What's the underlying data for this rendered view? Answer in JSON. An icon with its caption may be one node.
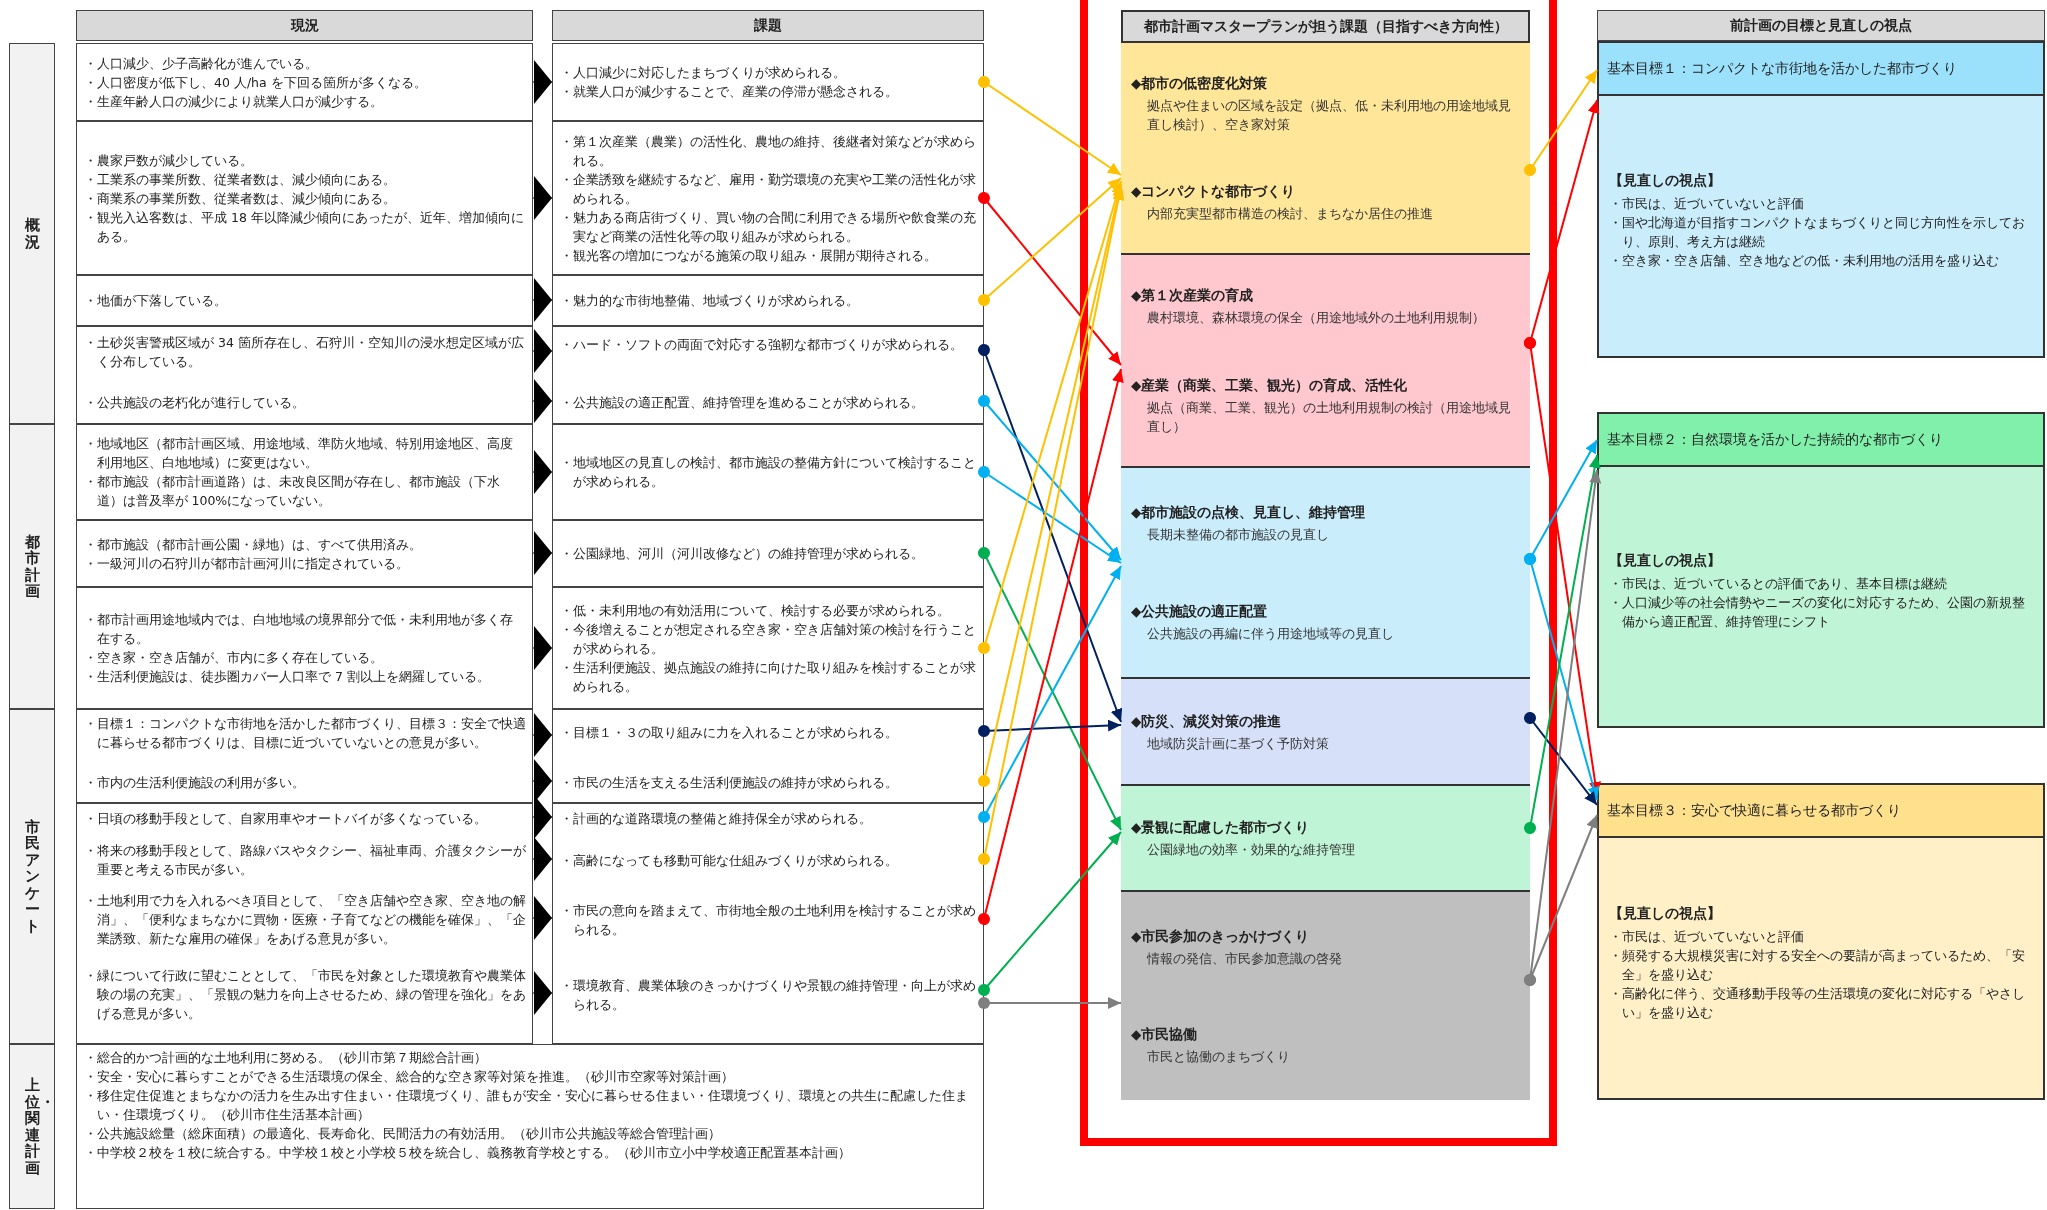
{
  "diagram": {
    "nodes": [
      {
        "text": [
          "現況"
        ]
      },
      {
        "text": [
          "課題"
        ]
      },
      {
        "text": [
          "概況"
        ]
      },
      {
        "text": [
          "・人口減少、少子高齢化が進んでいる。",
          "・人口密度が低下し、40 人/ha を下回る箇所が多くなる。",
          "・生産年齢人口の減少により就業人口が減少する。"
        ]
      },
      {
        "text": [
          "・人口減少に対応したまちづくりが求められる。",
          "・就業人口が減少することで、産業の停滞が懸念される。"
        ]
      },
      {
        "text": [
          "・農家戸数が減少している。",
          "・工業系の事業所数、従業者数は、減少傾向にある。",
          "・商業系の事業所数、従業者数は、減少傾向にある。",
          "・観光入込客数は、平成 18 年以降減少傾向にあったが、近年、増加傾向にある。"
        ]
      },
      {
        "text": [
          "・第１次産業（農業）の活性化、農地の維持、後継者対策などが求められる。",
          "・企業誘致を継続するなど、雇用・勤労環境の充実や工業の活性化が求められる。",
          "・魅力ある商店街づくり、買い物の合間に利用できる場所や飲食業の充実など商業の活性化等の取り組みが求められる。",
          "・観光客の増加につながる施策の取り組み・展開が期待される。"
        ]
      },
      {
        "text": [
          "・地価が下落している。"
        ]
      },
      {
        "text": [
          "・魅力的な市街地整備、地域づくりが求められる。"
        ]
      },
      {
        "text": [
          "・土砂災害警戒区域が 34 箇所存在し、石狩川・空知川の浸水想定区域が広く分布している。",
          "・公共施設の老朽化が進行している。"
        ]
      },
      {
        "text": [
          "・ハード・ソフトの両面で対応する強靭な都市づくりが求められる。",
          "・公共施設の適正配置、維持管理を進めることが求められる。"
        ]
      },
      {
        "text": [
          "都市計画"
        ]
      },
      {
        "text": [
          "・地域地区（都市計画区域、用途地域、準防火地域、特別用途地区、高度利用地区、白地地域）に変更はない。",
          "・都市施設（都市計画道路）は、未改良区間が存在し、都市施設（下水道）は普及率が 100%になっていない。"
        ]
      },
      {
        "text": [
          "・地域地区の見直しの検討、都市施設の整備方針について検討することが求められる。"
        ]
      },
      {
        "text": [
          "・都市施設（都市計画公園・緑地）は、すべて供用済み。",
          "・一級河川の石狩川が都市計画河川に指定されている。"
        ]
      },
      {
        "text": [
          "・公園緑地、河川（河川改修など）の維持管理が求められる。"
        ]
      },
      {
        "text": [
          "・都市計画用途地域内では、白地地域の境界部分で低・未利用地が多く存在する。",
          "・空き家・空き店舗が、市内に多く存在している。",
          "・生活利便施設は、徒歩圏カバー人口率で 7 割以上を網羅している。"
        ]
      },
      {
        "text": [
          "・低・未利用地の有効活用について、検討する必要が求められる。",
          "・今後増えることが想定される空き家・空き店舗対策の検討を行うことが求められる。",
          "・生活利便施設、拠点施設の維持に向けた取り組みを検討することが求められる。"
        ]
      },
      {
        "text": [
          "市民アンケート"
        ]
      },
      {
        "text": [
          "・目標１：コンパクトな市街地を活かした都市づくり、目標３：安全で快適に暮らせる都市づくりは、目標に近づいていないとの意見が多い。",
          "・市内の生活利便施設の利用が多い。"
        ]
      },
      {
        "text": [
          "・目標１・３の取り組みに力を入れることが求められる。",
          "・市民の生活を支える生活利便施設の維持が求められる。"
        ]
      },
      {
        "text": [
          "・日頃の移動手段として、自家用車やオートバイが多くなっている。",
          "・将来の移動手段として、路線バスやタクシー、福祉車両、介護タクシーが重要と考える市民が多い。",
          "・土地利用で力を入れるべき項目として、「空き店舗や空き家、空き地の解消」、「便利なまちなかに買物・医療・子育てなどの機能を確保」、「企業誘致、新たな雇用の確保」をあげる意見が多い。",
          "・緑について行政に望むこととして、「市民を対象とした環境教育や農業体験の場の充実」、「景観の魅力を向上させるため、緑の管理を強化」をあげる意見が多い。"
        ]
      },
      {
        "text": [
          "・計画的な道路環境の整備と維持保全が求められる。",
          "・高齢になっても移動可能な仕組みづくりが求められる。",
          "・市民の意向を踏まえて、市街地全般の土地利用を検討することが求められる。",
          "・環境教育、農業体験のきっかけづくりや景観の維持管理・向上が求められる。"
        ]
      },
      {
        "text": [
          "上位・関連計画"
        ]
      },
      {
        "text": [
          "・総合的かつ計画的な土地利用に努める。（砂川市第７期総合計画）",
          "・安全・安心に暮らすことができる生活環境の保全、総合的な空き家等対策を推進。（砂川市空家等対策計画）",
          "・移住定住促進とまちなかの活力を生み出す住まい・住環境づくり、誰もが安全・安心に暮らせる住まい・住環境づくり、環境との共生に配慮した住まい・住環境づくり。（砂川市住生活基本計画）",
          "・公共施設総量（総床面積）の最適化、長寿命化、民間活力の有効活用。（砂川市公共施設等総合管理計画）",
          "・中学校２校を１校に統合する。中学校１校と小学校５校を統合し、義務教育学校とする。（砂川市立小中学校適正配置基本計画）"
        ]
      },
      {
        "text": [
          "都市計画マスタープランが担う課題（目指すべき方向性）"
        ]
      },
      {
        "text": [
          "◆都市の低密度化対策",
          "拠点や住まいの区域を設定（拠点、低・未利用地の用途地域見直し検討）、空き家対策",
          "◆コンパクトな都市づくり",
          "内部充実型都市構造の検討、まちなか居住の推進"
        ],
        "in": 25
      },
      {
        "text": [
          "◆第１次産業の育成",
          "農村環境、森林環境の保全（用途地域外の土地利用規制）",
          "◆産業（商業、工業、観光）の育成、活性化",
          "拠点（商業、工業、観光）の土地利用規制の検討（用途地域見直し）"
        ],
        "in": 25
      },
      {
        "text": [
          "◆都市施設の点検、見直し、維持管理",
          "長期未整備の都市施設の見直し",
          "◆公共施設の適正配置",
          "公共施設の再編に伴う用途地域等の見直し"
        ],
        "in": 25
      },
      {
        "text": [
          "◆防災、減災対策の推進",
          "地域防災計画に基づく予防対策"
        ],
        "in": 25
      },
      {
        "text": [
          "◆景観に配慮した都市づくり",
          "公園緑地の効率・効果的な維持管理"
        ],
        "in": 25
      },
      {
        "text": [
          "◆市民参加のきっかけづくり",
          "情報の発信、市民参加意識の啓発",
          "◆市民協働",
          "市民と協働のまちづくり"
        ],
        "in": 25
      },
      {
        "text": [
          "前計画の目標と見直しの視点"
        ]
      },
      {
        "text": [
          "基本目標１：コンパクトな市街地を活かした都市づくり",
          "【見直しの視点】",
          "・市民は、近づいていないと評価",
          "・国や北海道が目指すコンパクトなまちづくりと同じ方向性を示しており、原則、考え方は継続",
          "・空き家・空き店舗、空き地などの低・未利用地の活用を盛り込む"
        ]
      },
      {
        "text": [
          "基本目標２：自然環境を活かした持続的な都市づくり",
          "【見直しの視点】",
          "・市民は、近づいているとの評価であり、基本目標は継続",
          "・人口減少等の社会情勢やニーズの変化に対応するため、公園の新規整備から適正配置、維持管理にシフト"
        ]
      },
      {
        "text": [
          "基本目標３：安心で快適に暮らせる都市づくり",
          "【見直しの視点】",
          "・市民は、近づいていないと評価",
          "・頻発する大規模災害に対する安全への要請が高まっているため、「安全」を盛り込む",
          "・高齢化に伴う、交通移動手段等の生活環境の変化に対応する「やさしい」を盛り込む"
        ]
      }
    ],
    "edges": [
      {
        "from": 3,
        "to": 4,
        "arrow": "to"
      },
      {
        "from": 5,
        "to": 6,
        "arrow": "to"
      },
      {
        "from": 7,
        "to": 8,
        "arrow": "to"
      },
      {
        "from": 9,
        "to": 10,
        "arrow": "to"
      },
      {
        "from": 9,
        "to": 10,
        "arrow": "to"
      },
      {
        "from": 12,
        "to": 13,
        "arrow": "to"
      },
      {
        "from": 14,
        "to": 15,
        "arrow": "to"
      },
      {
        "from": 16,
        "to": 17,
        "arrow": "to"
      },
      {
        "from": 19,
        "to": 20,
        "arrow": "to"
      },
      {
        "from": 19,
        "to": 20,
        "arrow": "to"
      },
      {
        "from": 21,
        "to": 22,
        "arrow": "to"
      },
      {
        "from": 21,
        "to": 22,
        "arrow": "to"
      },
      {
        "from": 21,
        "to": 22,
        "arrow": "to"
      },
      {
        "from": 21,
        "to": 22,
        "arrow": "to"
      },
      {
        "from": 4,
        "to": 26,
        "arrow": "to",
        "color": "#ffc000"
      },
      {
        "from": 6,
        "to": 27,
        "arrow": "to",
        "color": "#ff0000"
      },
      {
        "from": 8,
        "to": 26,
        "arrow": "to",
        "color": "#ffc000"
      },
      {
        "from": 10,
        "to": 29,
        "arrow": "to",
        "color": "#002060"
      },
      {
        "from": 10,
        "to": 28,
        "arrow": "to",
        "color": "#00b0f0"
      },
      {
        "from": 13,
        "to": 28,
        "arrow": "to",
        "color": "#00b0f0"
      },
      {
        "from": 15,
        "to": 30,
        "arrow": "to",
        "color": "#00b050"
      },
      {
        "from": 17,
        "to": 26,
        "arrow": "to",
        "color": "#ffc000"
      },
      {
        "from": 20,
        "to": 29,
        "arrow": "to",
        "color": "#002060"
      },
      {
        "from": 20,
        "to": 26,
        "arrow": "to",
        "color": "#ffc000"
      },
      {
        "from": 22,
        "to": 28,
        "arrow": "to",
        "color": "#00b0f0"
      },
      {
        "from": 22,
        "to": 26,
        "arrow": "to",
        "color": "#ffc000"
      },
      {
        "from": 22,
        "to": 27,
        "arrow": "to",
        "color": "#ff0000"
      },
      {
        "from": 22,
        "to": 30,
        "arrow": "to",
        "color": "#00b050"
      },
      {
        "from": 22,
        "to": 31,
        "arrow": "to",
        "color": "#7f7f7f"
      },
      {
        "from": 26,
        "to": 33,
        "arrow": "to",
        "color": "#ffc000"
      },
      {
        "from": 27,
        "to": 33,
        "arrow": "to",
        "color": "#ff0000"
      },
      {
        "from": 27,
        "to": 35,
        "arrow": "to",
        "color": "#ff0000"
      },
      {
        "from": 28,
        "to": 34,
        "arrow": "to",
        "color": "#00b0f0"
      },
      {
        "from": 28,
        "to": 35,
        "arrow": "to",
        "color": "#00b0f0"
      },
      {
        "from": 29,
        "to": 35,
        "arrow": "to",
        "color": "#002060"
      },
      {
        "from": 30,
        "to": 34,
        "arrow": "to",
        "color": "#00b050"
      },
      {
        "from": 31,
        "to": 34,
        "arrow": "to",
        "color": "#7f7f7f"
      },
      {
        "from": 31,
        "to": 35,
        "arrow": "to",
        "color": "#7f7f7f"
      }
    ]
  }
}
